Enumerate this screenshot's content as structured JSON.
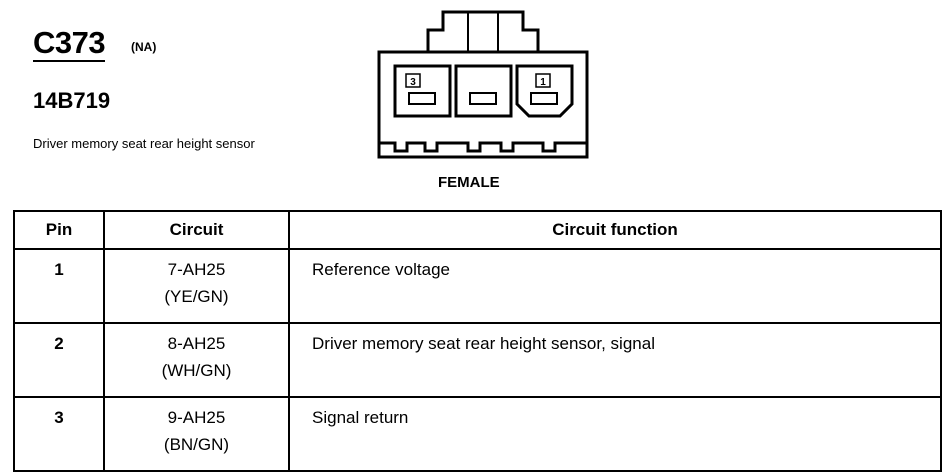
{
  "connector": {
    "id": "C373",
    "region": "(NA)",
    "part_number": "14B719",
    "description": "Driver memory seat rear height sensor",
    "gender": "FEMALE",
    "cavity_labels": [
      "3",
      "1"
    ]
  },
  "table": {
    "headers": [
      "Pin",
      "Circuit",
      "Circuit function"
    ],
    "rows": [
      {
        "pin": "1",
        "circuit": "7-AH25",
        "color": "(YE/GN)",
        "function": "Reference voltage"
      },
      {
        "pin": "2",
        "circuit": "8-AH25",
        "color": "(WH/GN)",
        "function": "Driver memory seat rear height sensor, signal"
      },
      {
        "pin": "3",
        "circuit": "9-AH25",
        "color": "(BN/GN)",
        "function": "Signal return"
      }
    ]
  }
}
